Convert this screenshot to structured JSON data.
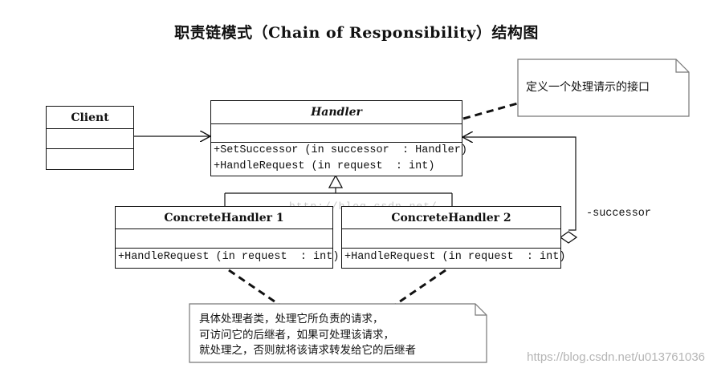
{
  "title": "职责链模式（Chain of Responsibility）结构图",
  "client": {
    "name": "Client"
  },
  "handler": {
    "name": "Handler",
    "ops": [
      "+SetSuccessor (in successor  : Handler)",
      "+HandleRequest (in request  : int)"
    ]
  },
  "concrete1": {
    "name": "ConcreteHandler 1",
    "ops": [
      "+HandleRequest (in request  : int)"
    ]
  },
  "concrete2": {
    "name": "ConcreteHandler 2",
    "ops": [
      "+HandleRequest (in request  : int)"
    ]
  },
  "successor_label": "-successor",
  "note_interface": {
    "text": "定义一个处理请示的接口"
  },
  "note_concrete": {
    "lines": [
      "具体处理者类，处理它所负责的请求，",
      "可访问它的后继者，如果可处理该请求，",
      "就处理之，否则就将该请求转发给它的后继者"
    ]
  },
  "watermark_mid": "http://blog.csdn.net/",
  "watermark_br": "https://blog.csdn.net/u013761036"
}
